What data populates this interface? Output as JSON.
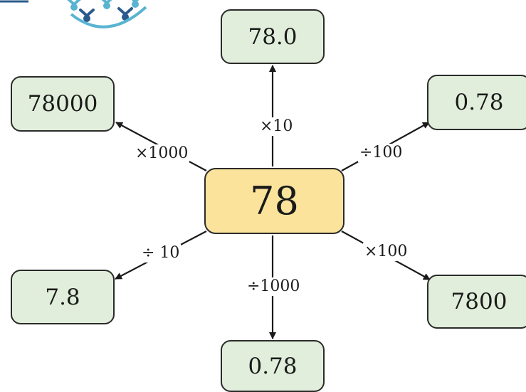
{
  "colors": {
    "center_fill": "#fbe39b",
    "outer_fill": "#e1eedb",
    "box_stroke": "#2b2b2b",
    "arrow": "#1a1a1a",
    "logo_dark": "#2b5a8c",
    "logo_light": "#58b4d1"
  },
  "center": {
    "value": "78"
  },
  "nodes": [
    {
      "id": "top",
      "value": "78.0",
      "operation": "×10"
    },
    {
      "id": "top-right",
      "value": "0.78",
      "operation": "÷100"
    },
    {
      "id": "bottom-right",
      "value": "7800",
      "operation": "×100"
    },
    {
      "id": "bottom",
      "value": "0.78",
      "operation": "÷1000"
    },
    {
      "id": "bottom-left",
      "value": "7.8",
      "operation": "÷ 10"
    },
    {
      "id": "top-left",
      "value": "78000",
      "operation": "×1000"
    }
  ],
  "logo": {
    "icon": "people-circle-logo-icon"
  }
}
